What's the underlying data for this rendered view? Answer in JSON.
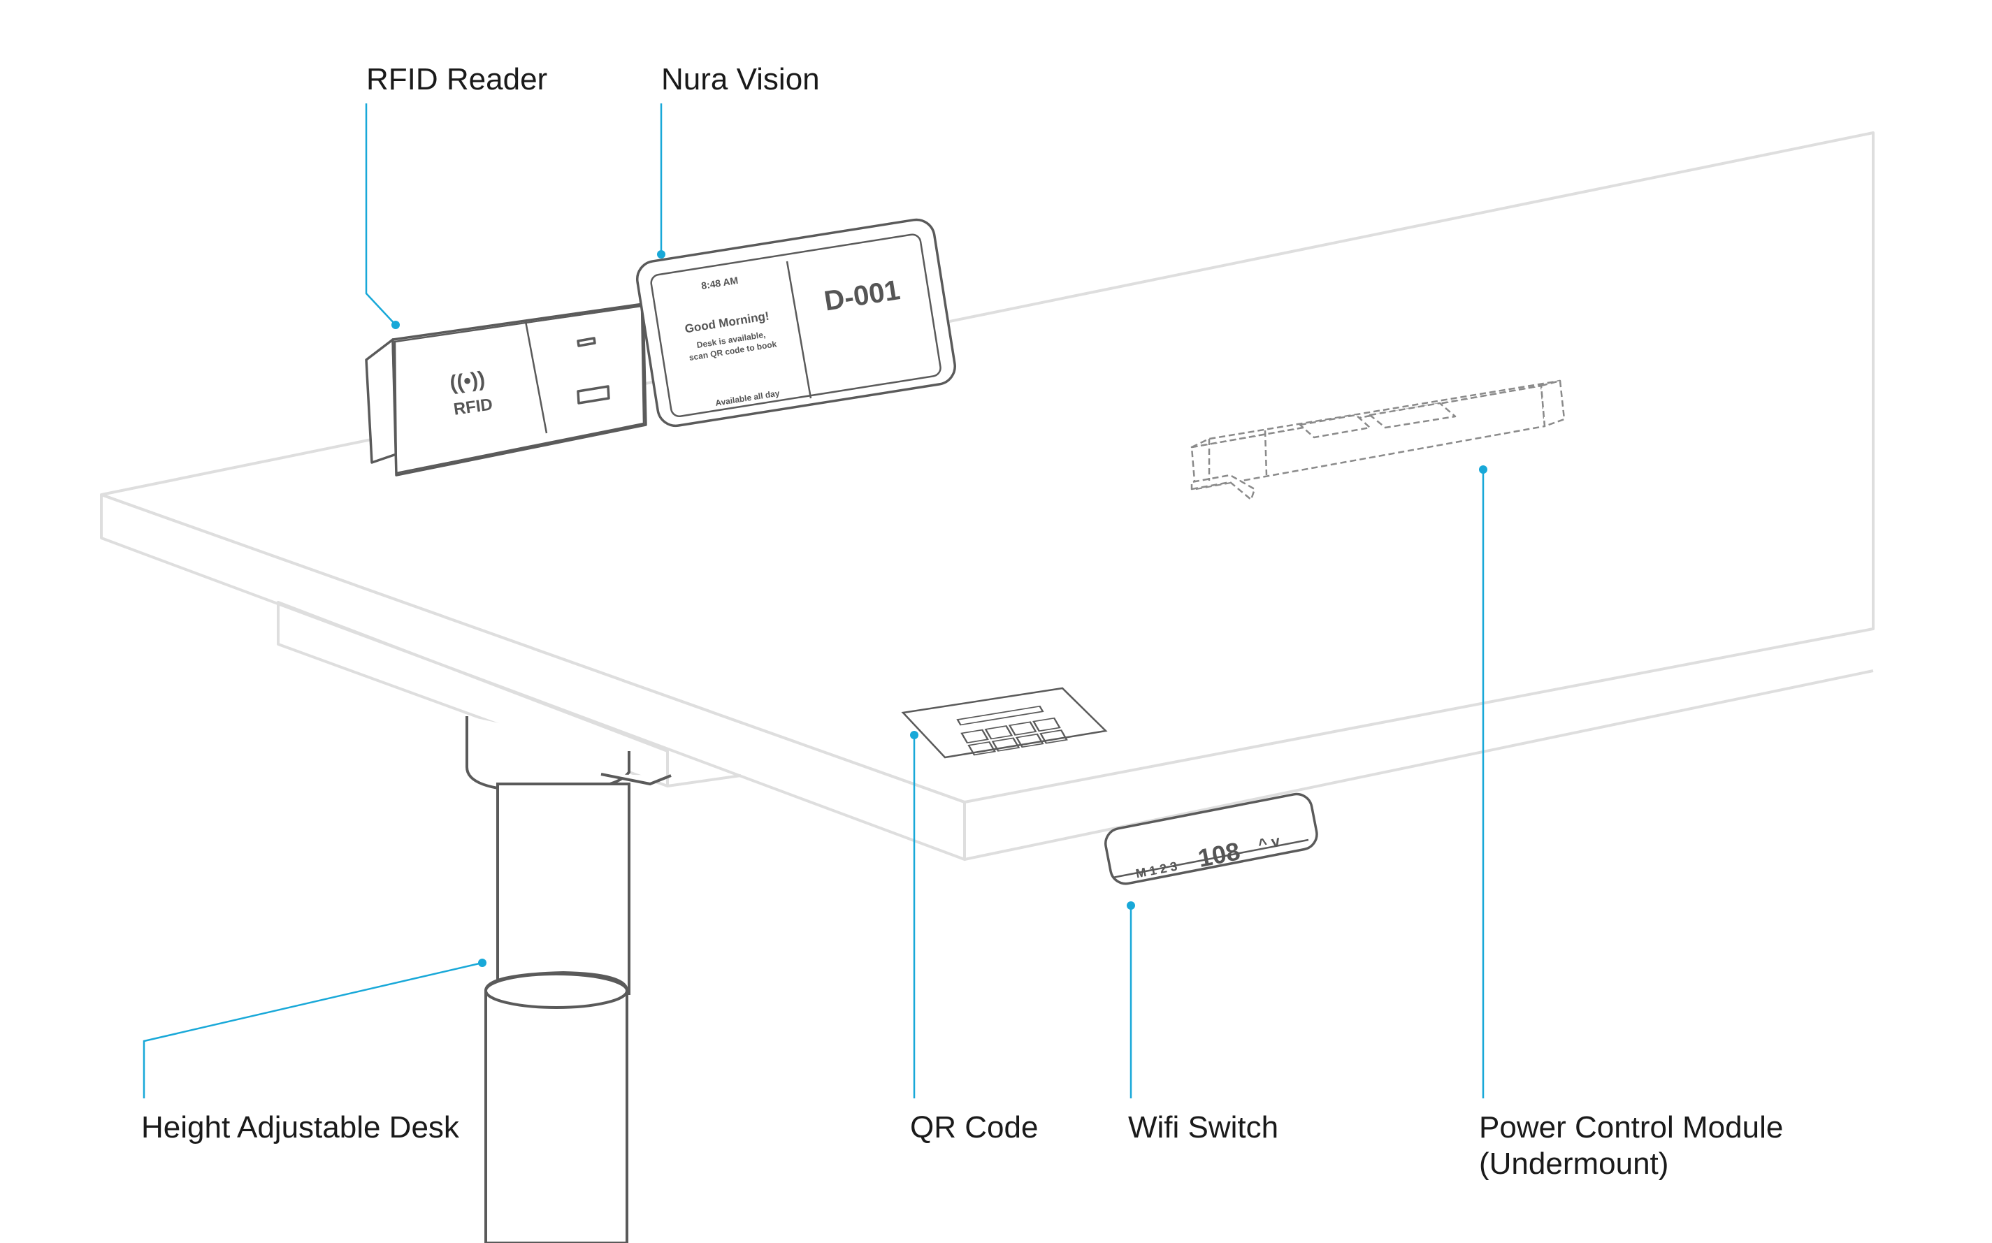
{
  "labels": {
    "rfid_reader": "RFID Reader",
    "nura_vision": "Nura Vision",
    "height_adjustable_desk": "Height Adjustable Desk",
    "qr_code": "QR Code",
    "wifi_switch": "Wifi Switch",
    "power_control_module_line1": "Power Control Module",
    "power_control_module_line2": "(Undermount)"
  },
  "devices": {
    "rfid_text": "RFID",
    "rfid_symbol": "((•))",
    "screen": {
      "time": "8:48 AM",
      "greeting": "Good Morning!",
      "line1": "Desk is available,",
      "line2": "scan QR code to book",
      "footer": "Available all day",
      "desk_id": "D-001"
    },
    "switch": {
      "buttons": "M 1 2 3",
      "height": "108",
      "arrows": "^ v"
    }
  },
  "colors": {
    "leader": "#18a8d8",
    "outline": "#dedede",
    "device": "#5a5a5a"
  }
}
